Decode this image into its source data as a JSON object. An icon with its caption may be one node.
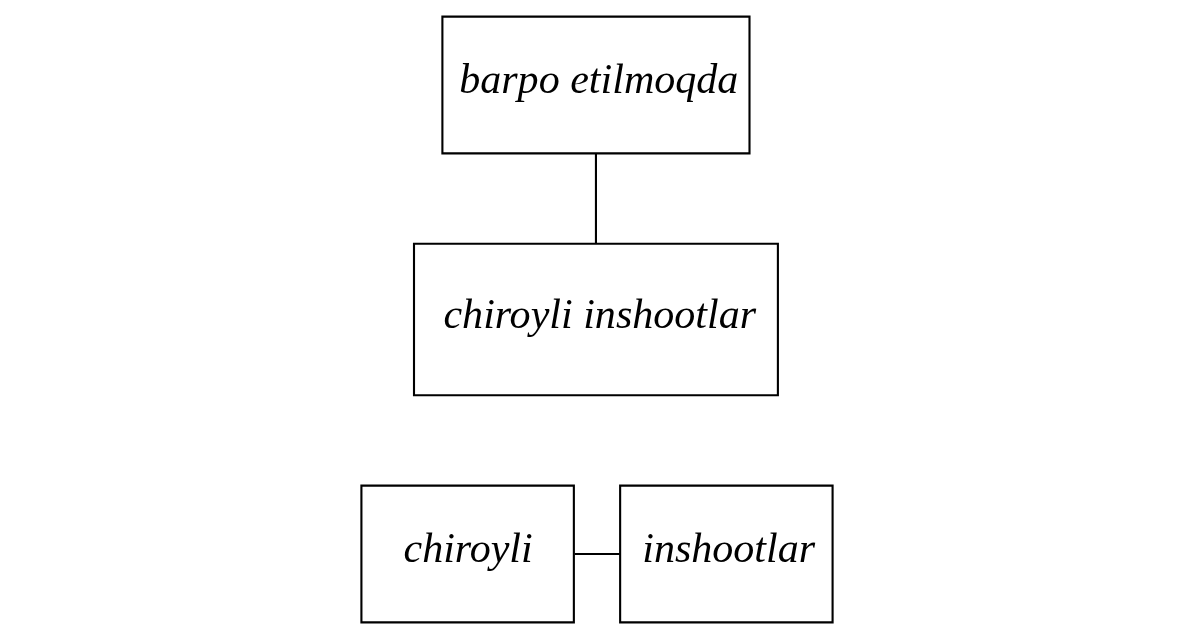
{
  "diagram": {
    "nodes": [
      {
        "text": [
          "barpo etilmoqda"
        ]
      },
      {
        "text": [
          "chiroyli inshootlar"
        ]
      },
      {
        "text": [
          "chiroyli"
        ]
      },
      {
        "text": [
          "inshootlar"
        ]
      }
    ],
    "edges": [
      {
        "from": 0,
        "to": 1,
        "arrow": "none"
      },
      {
        "from": 2,
        "to": 3,
        "arrow": "none"
      }
    ]
  }
}
